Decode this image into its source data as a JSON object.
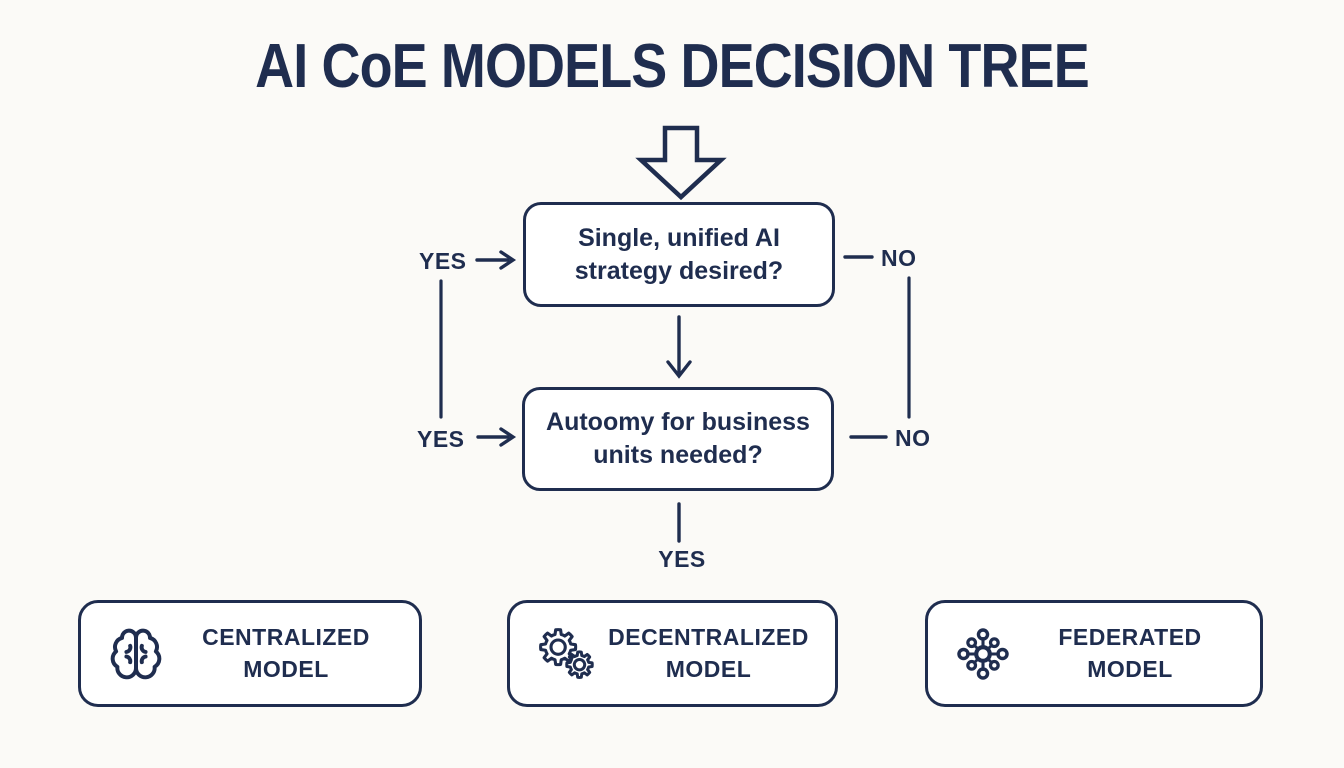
{
  "title": "AI CoE MODELS DECISION TREE",
  "colors": {
    "navy": "#1f2d4f",
    "background": "#fbfaf7",
    "box_fill": "#ffffff"
  },
  "decisions": [
    {
      "question_line1": "Single, unified AI",
      "question_line2": "strategy desired?",
      "left_label": "YES",
      "right_label": "NO"
    },
    {
      "question_line1": "Autoomy for business",
      "question_line2": "units needed?",
      "left_label": "YES",
      "right_label": "NO"
    }
  ],
  "bottom_branch_label": "YES",
  "outcomes": [
    {
      "icon": "brain-icon",
      "label_line1": "CENTRALIZED",
      "label_line2": "MODEL"
    },
    {
      "icon": "gears-icon",
      "label_line1": "DECENTRALIZED",
      "label_line2": "MODEL"
    },
    {
      "icon": "network-icon",
      "label_line1": "FEDERATED",
      "label_line2": "MODEL"
    }
  ]
}
